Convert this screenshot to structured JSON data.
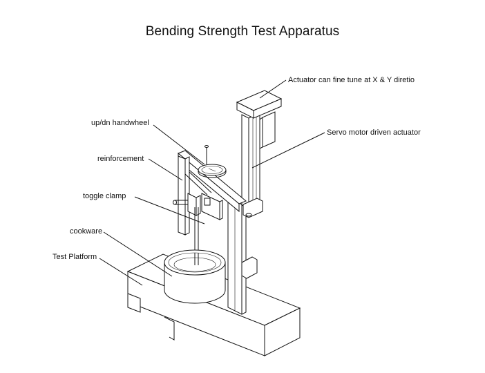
{
  "title": "Bending Strength Test Apparatus",
  "labels": {
    "actuator": "Actuator can fine tune at X & Y diretio",
    "servo": "Servo motor driven actuator",
    "handwheel": "up/dn handwheel",
    "reinforcement": "reinforcement",
    "toggle_clamp": "toggle clamp",
    "cookware": "cookware",
    "platform": "Test Platform"
  }
}
